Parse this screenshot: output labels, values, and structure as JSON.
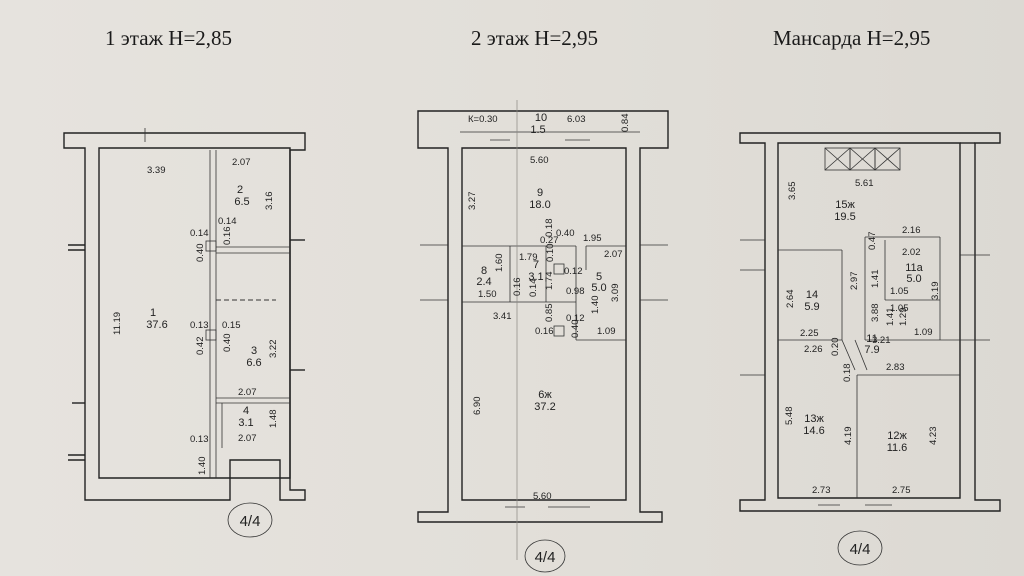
{
  "titles": {
    "floor1": "1 этаж H=2,85",
    "floor2": "2 этаж H=2,95",
    "attic": "Мансарда H=2,95"
  },
  "sheet_labels": [
    "4/4",
    "4/4",
    "4/4"
  ],
  "floor1": {
    "rooms": [
      {
        "number": "1",
        "area": "37.6"
      },
      {
        "number": "2",
        "area": "6.5"
      },
      {
        "number": "3",
        "area": "6.6"
      },
      {
        "number": "4",
        "area": "3.1"
      }
    ],
    "dims": [
      "3.39",
      "2.07",
      "3.16",
      "0.14",
      "0.14",
      "0.40",
      "0.16",
      "11.19",
      "0.13",
      "0.15",
      "0.42",
      "0.40",
      "3.22",
      "2.07",
      "1.48",
      "0.13",
      "2.07",
      "1.40"
    ]
  },
  "floor2": {
    "rooms": [
      {
        "number": "10",
        "area": "1.5"
      },
      {
        "number": "9",
        "area": "18.0"
      },
      {
        "number": "8",
        "area": "2.4"
      },
      {
        "number": "7",
        "area": "3.1"
      },
      {
        "number": "5",
        "area": "5.0"
      },
      {
        "number": "6ж",
        "area": "37.2"
      }
    ],
    "dims": [
      "К=0.30",
      "6.03",
      "0.84",
      "5.60",
      "3.27",
      "0.27",
      "0.40",
      "0.18",
      "1.95",
      "2.07",
      "1.79",
      "0.10",
      "1.60",
      "0.12",
      "1.50",
      "0.16",
      "0.14",
      "1.74",
      "0.98",
      "1.40",
      "3.09",
      "3.41",
      "0.85",
      "0.12",
      "0.16",
      "0.40",
      "1.09",
      "6.90",
      "5.60"
    ]
  },
  "attic": {
    "rooms": [
      {
        "number": "15ж",
        "area": "19.5"
      },
      {
        "number": "11а",
        "area": "5.0"
      },
      {
        "number": "14",
        "area": "5.9"
      },
      {
        "number": "11",
        "area": "7.9"
      },
      {
        "number": "13ж",
        "area": "14.6"
      },
      {
        "number": "12ж",
        "area": "11.6"
      }
    ],
    "dims": [
      "5.61",
      "3.65",
      "2.16",
      "0.47",
      "2.02",
      "2.97",
      "1.41",
      "1.05",
      "3.19",
      "2.64",
      "3.88",
      "1.05",
      "1.41",
      "1.29",
      "1.09",
      "2.25",
      "3.21",
      "2.26",
      "0.20",
      "2.83",
      "0.18",
      "5.48",
      "4.19",
      "4.23",
      "2.73",
      "2.75"
    ]
  }
}
